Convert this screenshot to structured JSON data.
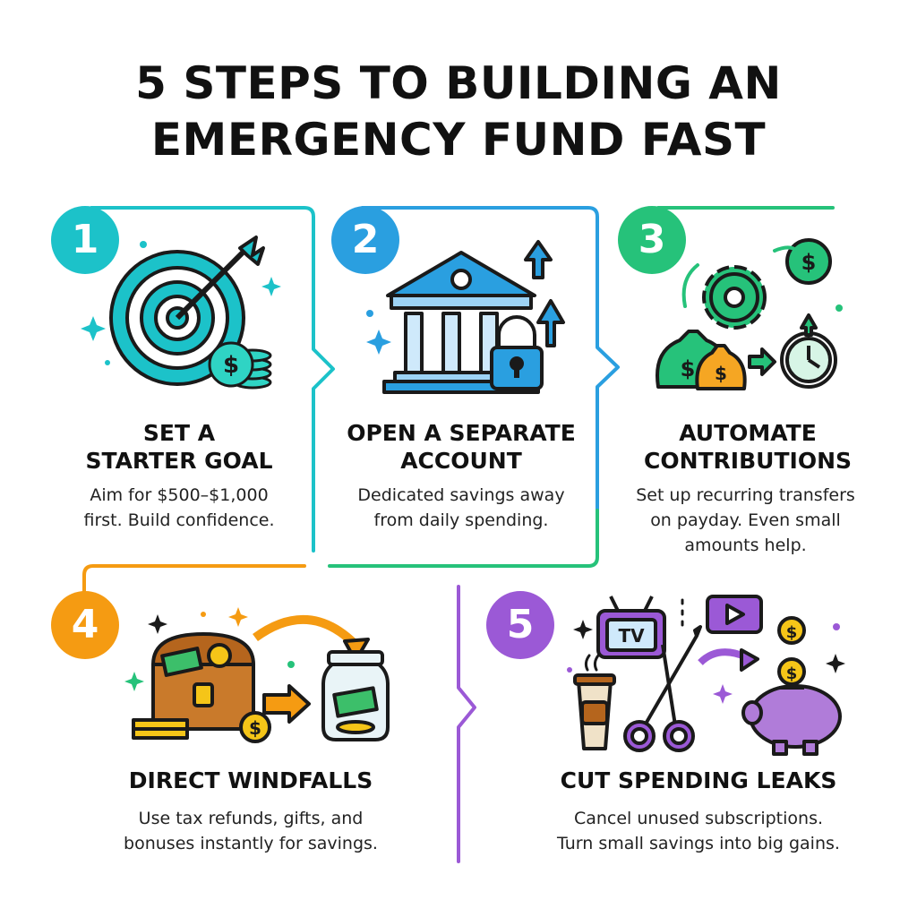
{
  "title": {
    "line1": "5 STEPS TO BUILDING AN",
    "line2": "EMERGENCY FUND FAST"
  },
  "colors": {
    "step1": "#1cc2c9",
    "step2": "#2a9fe0",
    "step3": "#26c27a",
    "step4": "#f59b12",
    "step5": "#9b59d6",
    "text": "#111111"
  },
  "steps": [
    {
      "number": "1",
      "title_lines": [
        "SET A",
        "STARTER GOAL"
      ],
      "desc_lines": [
        "Aim for $500–$1,000",
        "first. Build confidence."
      ],
      "icon": "target-with-arrow-and-coins"
    },
    {
      "number": "2",
      "title_lines": [
        "OPEN A SEPARATE",
        "ACCOUNT"
      ],
      "desc_lines": [
        "Dedicated savings away",
        "from daily spending."
      ],
      "icon": "bank-with-padlock"
    },
    {
      "number": "3",
      "title_lines": [
        "AUTOMATE",
        "CONTRIBUTIONS"
      ],
      "desc_lines": [
        "Set up recurring transfers",
        "on payday. Even small",
        "amounts help."
      ],
      "icon": "gear-moneybags-clock"
    },
    {
      "number": "4",
      "title_lines": [
        "DIRECT WINDFALLS"
      ],
      "desc_lines": [
        "Use tax refunds, gifts, and",
        "bonuses instantly for savings."
      ],
      "icon": "treasure-chest-to-jar"
    },
    {
      "number": "5",
      "title_lines": [
        "CUT SPENDING LEAKS"
      ],
      "desc_lines": [
        "Cancel unused subscriptions.",
        "Turn small savings into big gains."
      ],
      "icon": "scissors-tv-piggy-bank"
    }
  ],
  "icon_labels": {
    "tv": "TV",
    "dollar": "$"
  }
}
